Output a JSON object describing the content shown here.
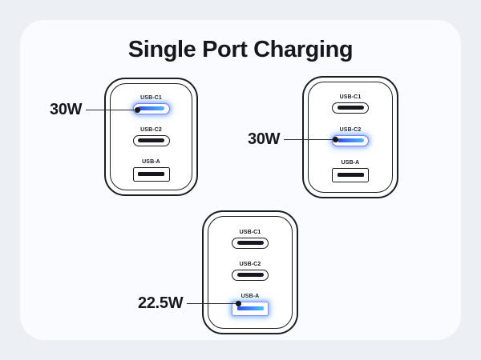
{
  "page": {
    "title": "Single Port Charging",
    "background_color": "#eceff3",
    "card_color": "#fafbfe",
    "accent_color": "#3f7ef0",
    "glow_color": "#7b7bf0",
    "text_color": "#16181d"
  },
  "chargers": [
    {
      "name": "charger-1",
      "ports": [
        {
          "label": "USB-C1",
          "type": "usb-c",
          "active": true
        },
        {
          "label": "USB-C2",
          "type": "usb-c",
          "active": false
        },
        {
          "label": "USB-A",
          "type": "usb-a",
          "active": false
        }
      ],
      "callout": {
        "value": "30W",
        "target_port": "USB-C1"
      }
    },
    {
      "name": "charger-2",
      "ports": [
        {
          "label": "USB-C1",
          "type": "usb-c",
          "active": false
        },
        {
          "label": "USB-C2",
          "type": "usb-c",
          "active": true
        },
        {
          "label": "USB-A",
          "type": "usb-a",
          "active": false
        }
      ],
      "callout": {
        "value": "30W",
        "target_port": "USB-C2"
      }
    },
    {
      "name": "charger-3",
      "ports": [
        {
          "label": "USB-C1",
          "type": "usb-c",
          "active": false
        },
        {
          "label": "USB-C2",
          "type": "usb-c",
          "active": false
        },
        {
          "label": "USB-A",
          "type": "usb-a",
          "active": true
        }
      ],
      "callout": {
        "value": "22.5W",
        "target_port": "USB-A"
      }
    }
  ]
}
